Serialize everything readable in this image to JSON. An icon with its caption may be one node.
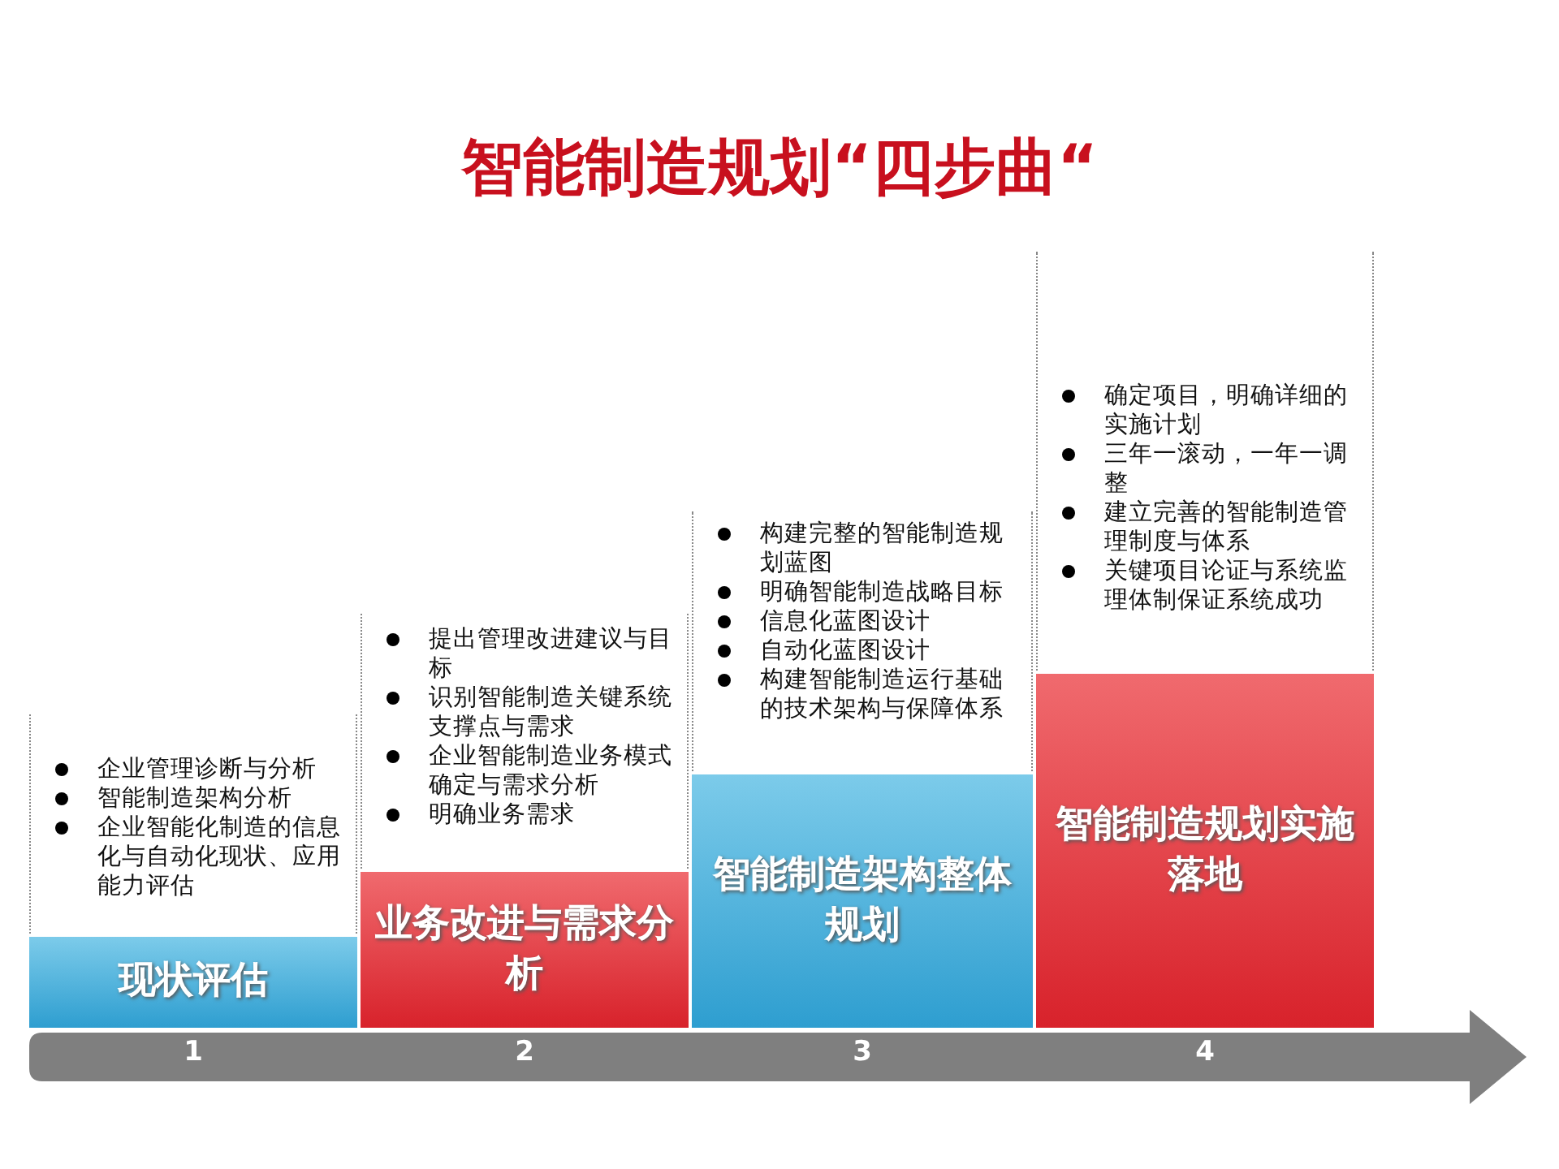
{
  "diagram": {
    "title": "智能制造规划“四步曲“",
    "nodes": [
      {
        "text": [
          "现状评估"
        ],
        "beside": [
          "企业管理诊断与分析",
          "智能制造架构分析",
          "企业智能化制造的信息化与自动化现状、应用能力评估"
        ]
      },
      {
        "text": [
          "业务改进与需求分析"
        ],
        "beside": [
          "提出管理改进建议与目标",
          "识别智能制造关键系统支撑点与需求",
          "企业智能制造业务模式确定与需求分析",
          "明确业务需求"
        ]
      },
      {
        "text": [
          "智能制造架构整体规划"
        ],
        "beside": [
          "构建完整的智能制造规划蓝图",
          "明确智能制造战略目标",
          "信息化蓝图设计",
          "自动化蓝图设计",
          "构建智能制造运行基础的技术架构与保障体系"
        ]
      },
      {
        "text": [
          "智能制造规划实施落地"
        ],
        "beside": [
          "确定项目，明确详细的实施计划",
          "三年一滚动，一年一调整",
          "建立完善的智能制造管理制度与体系",
          "关键项目论证与系统监理体制保证系统成功"
        ]
      }
    ],
    "labels": [
      "1",
      "2",
      "3",
      "4"
    ]
  }
}
